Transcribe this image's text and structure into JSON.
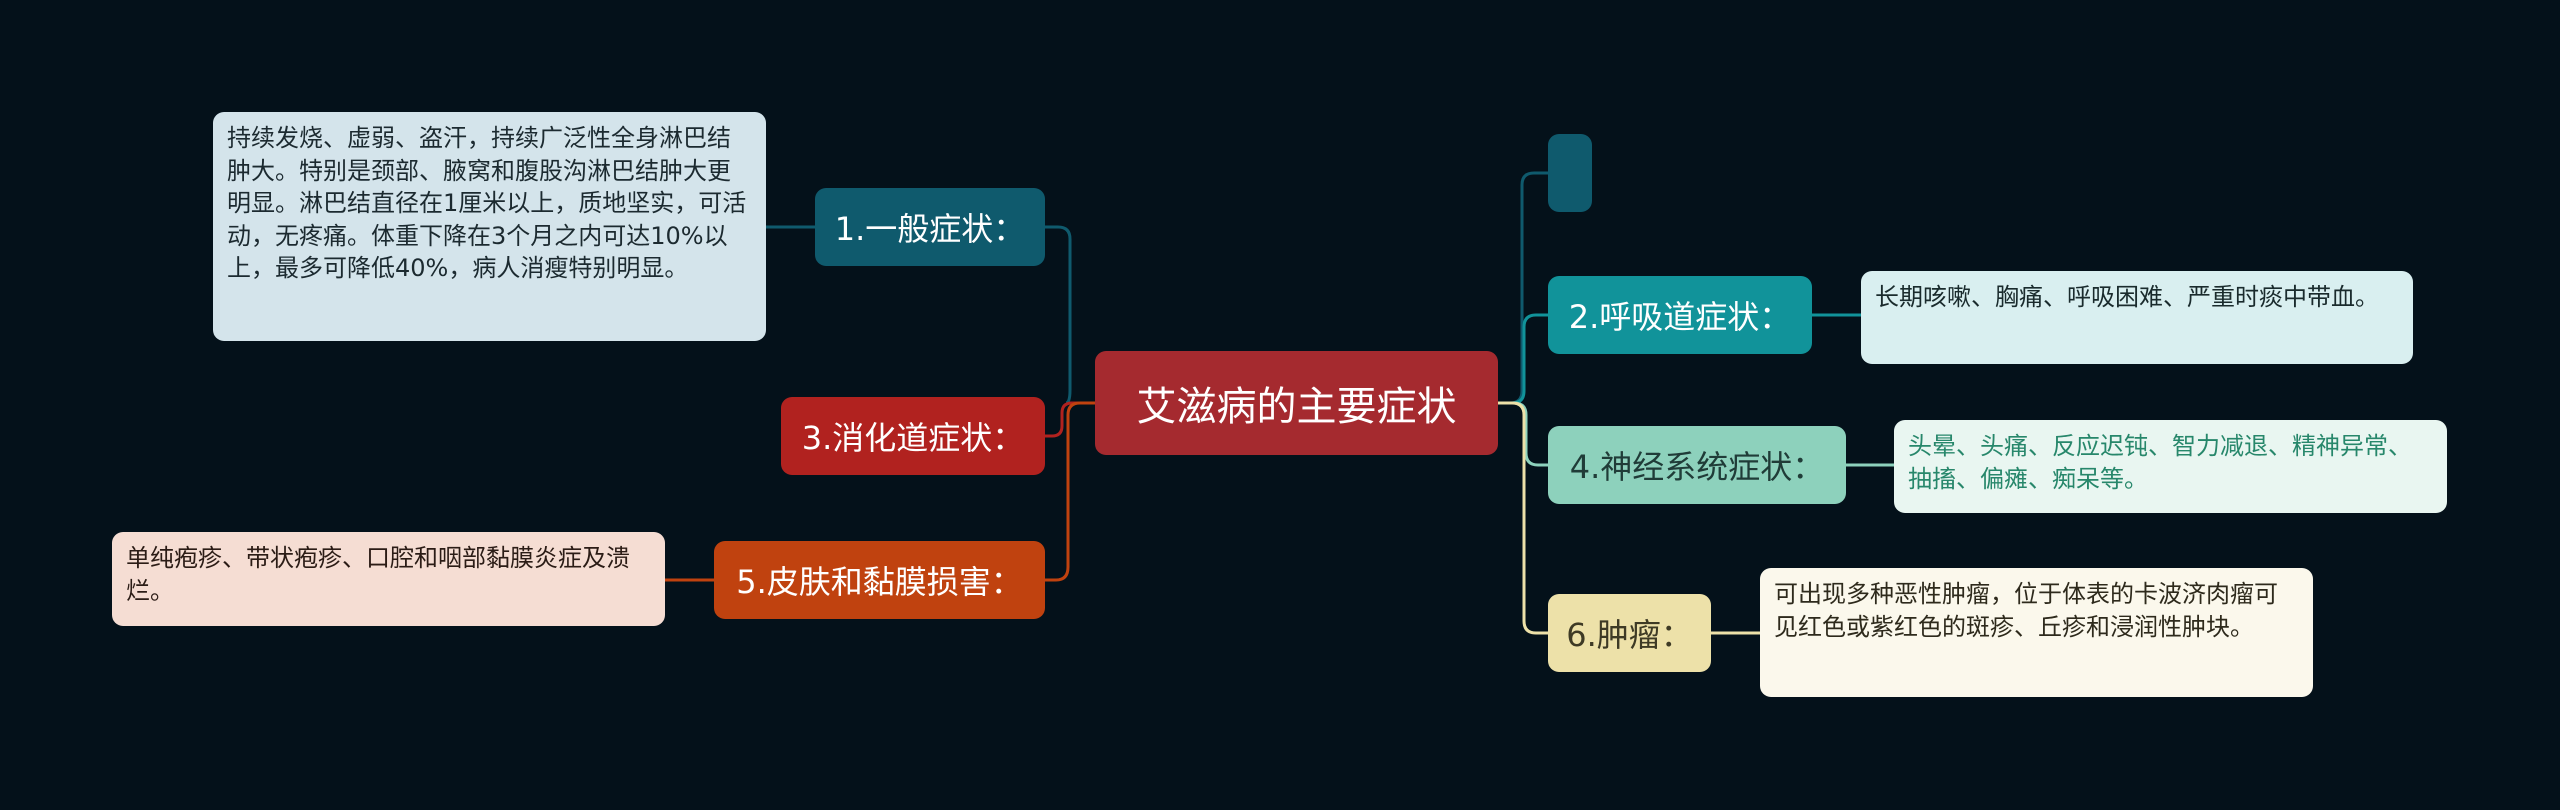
{
  "center": {
    "label": "艾滋病的主要症状"
  },
  "topics": {
    "t1": {
      "label": "1.一般症状：",
      "detail": "持续发烧、虚弱、盗汗，持续广泛性全身淋巴结肿大。特别是颈部、腋窝和腹股沟淋巴结肿大更明显。淋巴结直径在1厘米以上，质地坚实，可活动，无疼痛。体重下降在3个月之内可达10%以上，最多可降低40%，病人消瘦特别明显。"
    },
    "t2": {
      "label": "2.呼吸道症状：",
      "detail": "长期咳嗽、胸痛、呼吸困难、严重时痰中带血。"
    },
    "t3": {
      "label": "3.消化道症状："
    },
    "t4": {
      "label": "4.神经系统症状：",
      "detail": "头晕、头痛、反应迟钝、智力减退、精神异常、抽搐、偏瘫、痴呆等。"
    },
    "t5": {
      "label": "5.皮肤和黏膜损害：",
      "detail": "单纯疱疹、带状疱疹、口腔和咽部黏膜炎症及溃烂。"
    },
    "t6": {
      "label": "6.肿瘤：",
      "detail": "可出现多种恶性肿瘤，位于体表的卡波济肉瘤可见红色或紫红色的斑疹、丘疹和浸润性肿块。"
    }
  },
  "colors": {
    "background": "#04111a",
    "center": "#a52a2f",
    "topic1": "#0f5a6d",
    "topic2": "#11939a",
    "topic3": "#b1221f",
    "topic4": "#8dd1bc",
    "topic5": "#c0420f",
    "topic6": "#ede1a9"
  }
}
